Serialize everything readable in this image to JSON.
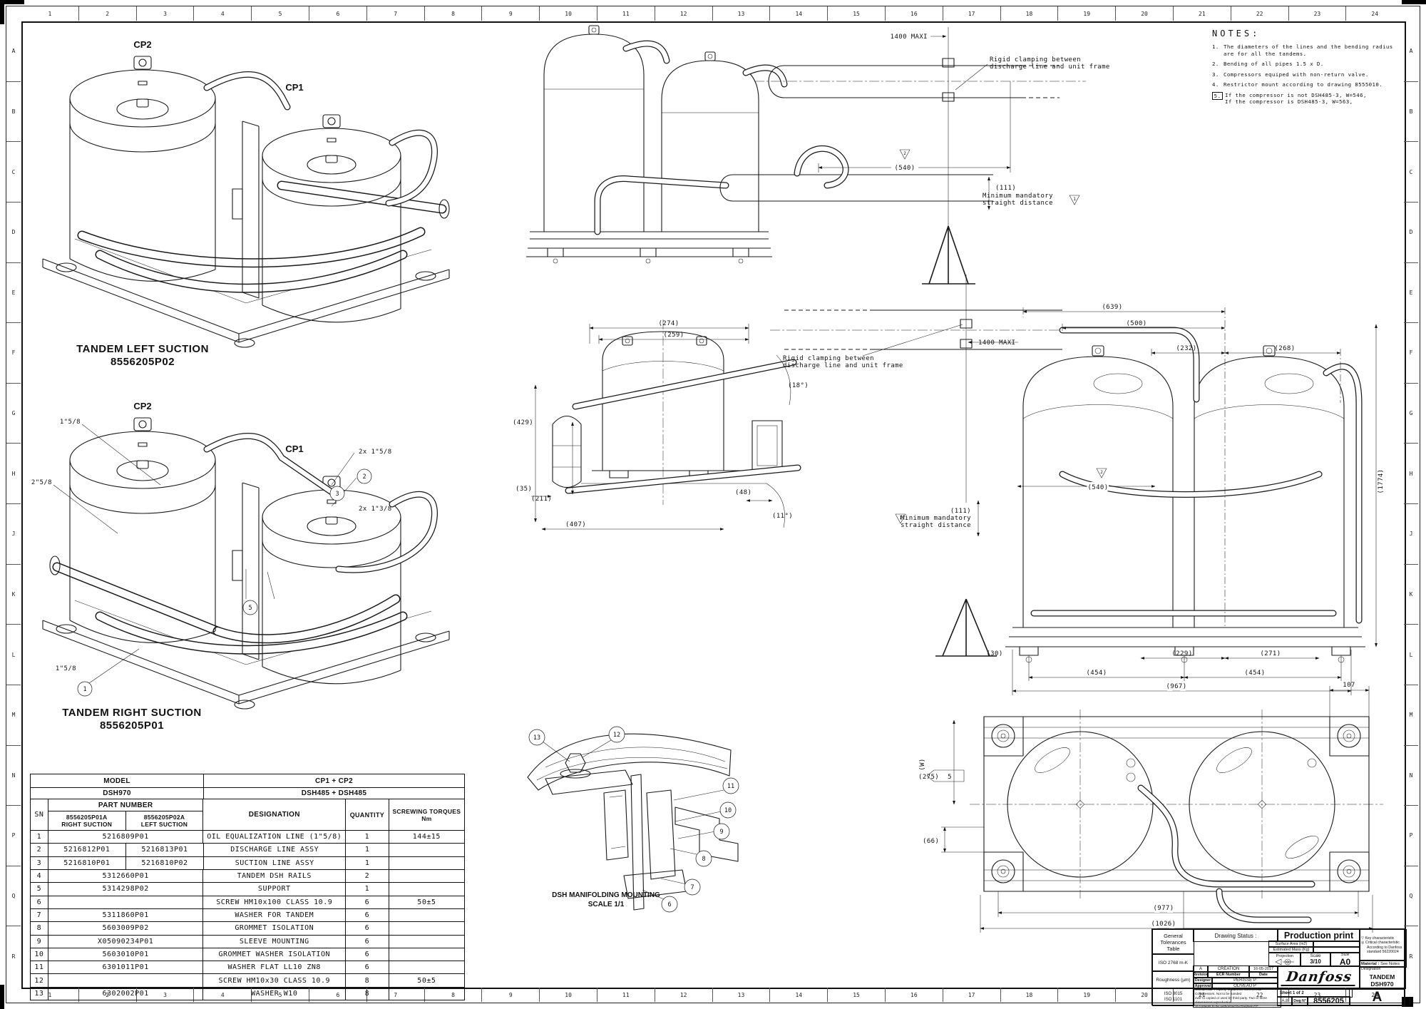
{
  "sheet": {
    "cols": [
      "1",
      "2",
      "3",
      "4",
      "5",
      "6",
      "7",
      "8",
      "9",
      "10",
      "11",
      "12",
      "13",
      "14",
      "15",
      "16",
      "17",
      "18",
      "19",
      "20",
      "21",
      "22",
      "23",
      "24"
    ],
    "rows": [
      "A",
      "B",
      "C",
      "D",
      "E",
      "F",
      "G",
      "H",
      "J",
      "K",
      "L",
      "M",
      "N",
      "P",
      "Q",
      "R"
    ]
  },
  "notes": {
    "title": "NOTES:",
    "items": [
      {
        "num": "1.",
        "boxed": false,
        "l1": "The diameters of the lines and the bending radius",
        "l2": "are for all the tandems."
      },
      {
        "num": "2.",
        "boxed": false,
        "l1": "Bending of all pipes 1.5 x D.",
        "l2": ""
      },
      {
        "num": "3.",
        "boxed": false,
        "l1": "Compressors equiped with non-return valve.",
        "l2": ""
      },
      {
        "num": "4.",
        "boxed": false,
        "l1": "Restrictor mount according to drawing 8555010.",
        "l2": ""
      },
      {
        "num": "5.",
        "boxed": true,
        "l1": "If the compressor is not DSH485-3, W=546,",
        "l2": "If the compressor is DSH485-3, W=563,"
      }
    ]
  },
  "views": {
    "iso1": {
      "cp2": "CP2",
      "cp1": "CP1",
      "title": "TANDEM LEFT SUCTION",
      "part": "8556205P02"
    },
    "iso2": {
      "cp2": "CP2",
      "cp1": "CP1",
      "title": "TANDEM RIGHT SUCTION",
      "part": "8556205P01",
      "lbl_a": "1\"5/8",
      "lbl_b": "2\"5/8",
      "lbl_c": "2x 1\"3/8",
      "lbl_d": "2x 1\"5/8",
      "lbl_e": "1\"5/8",
      "b1": "1",
      "b2": "2",
      "b3": "3",
      "b5": "5"
    },
    "front": {
      "max": "1400 MAXI",
      "clamp1": "Rigid clamping between",
      "clamp2": "discharge line and unit frame",
      "d540": "(540)",
      "flag2": "2",
      "d111": "(111)",
      "min1": "Minimum mandatory",
      "min2": "straight distance",
      "flag1": "1"
    },
    "side": {
      "d274": "(274)",
      "d259": "(259)",
      "a18": "(18°)",
      "d211": "(211)",
      "d429": "(429)",
      "d35": "(35)",
      "d407": "(407)",
      "d48": "(48)",
      "a11": "(11°)"
    },
    "right": {
      "clamp1": "Rigid clamping between",
      "clamp2": "discharge line and unit frame",
      "max": "1400 MAXI",
      "d540": "(540)",
      "flag2": "2",
      "d111": "(111)",
      "min1": "Minimum mandatory",
      "min2": "straight distance",
      "flag1": "1",
      "d639": "(639)",
      "d500": "(500)",
      "d232": "(232)",
      "d268": "(268)",
      "d1774": "(1774)",
      "d30": "(30)",
      "d229": "(229)",
      "d271": "(271)",
      "d454a": "(454)",
      "d454b": "(454)",
      "d967": "(967)"
    },
    "top": {
      "d107": "107",
      "d275": "(275)",
      "dw": "(W)",
      "b5": "5",
      "d66": "(66)",
      "d977": "(977)",
      "d1026": "(1026)"
    },
    "detail": {
      "t1": "DSH MANIFOLDING MOUNTING",
      "t2": "SCALE   1/1",
      "b6": "6",
      "b7": "7",
      "b8": "8",
      "b9": "9",
      "b10": "10",
      "b11": "11",
      "b12": "12",
      "b13": "13"
    }
  },
  "table": {
    "model_label": "MODEL",
    "model_value": "CP1 + CP2",
    "model_name": "DSH970",
    "model_name_value": "DSH485 + DSH485",
    "part_number_label": "PART NUMBER",
    "sn_label": "SN",
    "right_col1": "8556205P01A",
    "right_col2": "RIGHT SUCTION",
    "left_col1": "8556205P02A",
    "left_col2": "LEFT SUCTION",
    "designation_label": "DESIGNATION",
    "quantity_label": "QUANTITY",
    "torque_label1": "SCREWING TORQUES",
    "torque_label2": "Nm",
    "rows": [
      {
        "sn": "1",
        "right": "5216809P01",
        "left": "",
        "span": true,
        "designation": "OIL EQUALIZATION LINE (1\"5/8)",
        "qty": "1",
        "torque": "144±15"
      },
      {
        "sn": "2",
        "right": "5216812P01",
        "left": "5216813P01",
        "span": false,
        "designation": "DISCHARGE LINE ASSY",
        "qty": "1",
        "torque": ""
      },
      {
        "sn": "3",
        "right": "5216810P01",
        "left": "5216810P02",
        "span": false,
        "designation": "SUCTION LINE ASSY",
        "qty": "1",
        "torque": ""
      },
      {
        "sn": "4",
        "right": "5312660P01",
        "left": "",
        "span": true,
        "designation": "TANDEM DSH RAILS",
        "qty": "2",
        "torque": ""
      },
      {
        "sn": "5",
        "right": "5314298P02",
        "left": "",
        "span": true,
        "designation": "SUPPORT",
        "qty": "1",
        "torque": ""
      },
      {
        "sn": "6",
        "right": "",
        "left": "",
        "span": true,
        "designation": "SCREW HM10x100 CLASS 10.9",
        "qty": "6",
        "torque": "50±5"
      },
      {
        "sn": "7",
        "right": "5311860P01",
        "left": "",
        "span": true,
        "designation": "WASHER FOR TANDEM",
        "qty": "6",
        "torque": ""
      },
      {
        "sn": "8",
        "right": "5603009P02",
        "left": "",
        "span": true,
        "designation": "GROMMET ISOLATION",
        "qty": "6",
        "torque": ""
      },
      {
        "sn": "9",
        "right": "X05090234P01",
        "left": "",
        "span": true,
        "designation": "SLEEVE MOUNTING",
        "qty": "6",
        "torque": ""
      },
      {
        "sn": "10",
        "right": "5603010P01",
        "left": "",
        "span": true,
        "designation": "GROMMET WASHER ISOLATION",
        "qty": "6",
        "torque": ""
      },
      {
        "sn": "11",
        "right": "6301011P01",
        "left": "",
        "span": true,
        "designation": "WASHER FLAT LL10 ZN8",
        "qty": "6",
        "torque": ""
      },
      {
        "sn": "12",
        "right": "",
        "left": "",
        "span": true,
        "designation": "SCREW HM10x30 CLASS 10.9",
        "qty": "8",
        "torque": "50±5"
      },
      {
        "sn": "13",
        "right": "6302002P01",
        "left": "",
        "span": true,
        "designation": "WASHER W10",
        "qty": "8",
        "torque": ""
      }
    ]
  },
  "title_block": {
    "tol1": "General",
    "tol2": "Tolerances",
    "tol3": "Table",
    "iso2768": "ISO 2768 m-K",
    "roughness": "Roughness (µm)",
    "iso8015": "ISO 8015",
    "iso1101": "ISO 1101",
    "status_label": "Drawing Status :",
    "status_value": "Production print",
    "surface_label": "Surface Area (m2)",
    "mass_label": "Estimated Mass (Kg)",
    "projection_label": "Projection",
    "scale_label": "Scale",
    "scale_value": "3/10",
    "size_label": "Size",
    "size_value": "A0",
    "key_char": "Key characteristic",
    "crit_char": "Critical characteristic",
    "crit_char2": "According to Danfoss",
    "crit_char3": "standard 56220024",
    "material_label": "Material :",
    "material_value": "See Notes",
    "rev_letter": "A",
    "rev_action": "CREATION",
    "rev_date": "16-05-2017",
    "revision_label": "Revision",
    "ecr_label": "ECR Number",
    "date_label": "Date",
    "designer_label": "Designer",
    "designer_value": "PERISSE P",
    "approval_label": "Approval",
    "approval_value": "OLIVEAU P",
    "brand": "Danfoss",
    "designation_label": "Designation",
    "designation_value": "TANDEM DSH970",
    "conf1": "Confidential: Property of Danfoss Commercial Compressors. Not to be handed",
    "conf2": "over to copied or used by third party. Two or three dimensional reproduction",
    "conf3": "of contents to be authorized by Danfoss CC.",
    "sheet_label": "Sheet 1 of 2",
    "format_label": "A.8",
    "dwg_label": "Dwg N°",
    "dwg_number": "8556205",
    "big_rev": "A"
  }
}
